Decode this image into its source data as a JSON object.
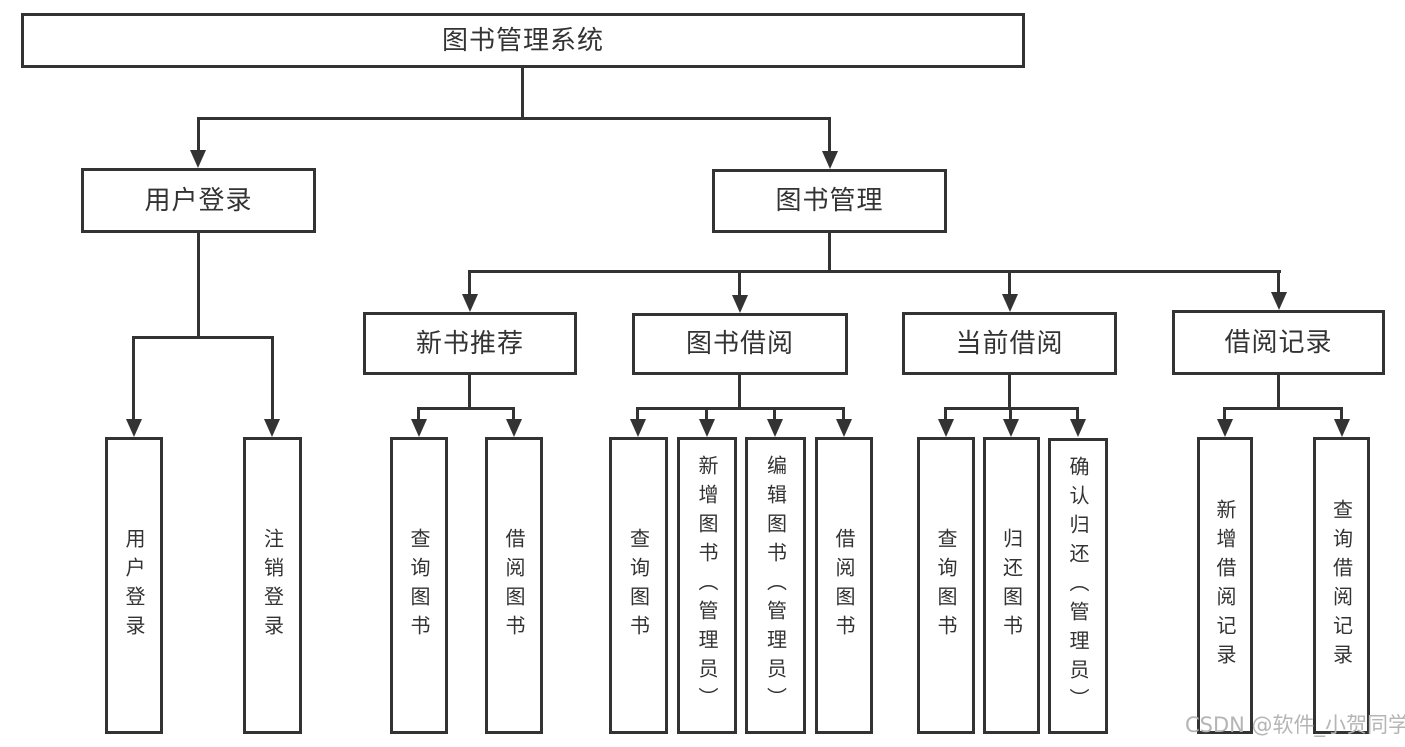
{
  "tree": {
    "root": "图书管理系统",
    "level2": [
      "用户登录",
      "图书管理"
    ],
    "level3": [
      "新书推荐",
      "图书借阅",
      "当前借阅",
      "借阅记录"
    ],
    "leaves": {
      "user_login": [
        "用户登录",
        "注销登录"
      ],
      "new_books": [
        "查询图书",
        "借阅图书"
      ],
      "book_borrow": [
        "查询图书",
        "新增图书（管理员）",
        "编辑图书（管理员）",
        "借阅图书"
      ],
      "current_borrow": [
        "查询图书",
        "归还图书",
        "确认归还（管理员）"
      ],
      "borrow_records": [
        "新增借阅记录",
        "查询借阅记录"
      ]
    }
  },
  "watermark": "CSDN @软件_小贺同学",
  "colors": {
    "line": "#333333",
    "text": "#333333",
    "watermark": "#b5b5b5",
    "background": "#ffffff"
  }
}
